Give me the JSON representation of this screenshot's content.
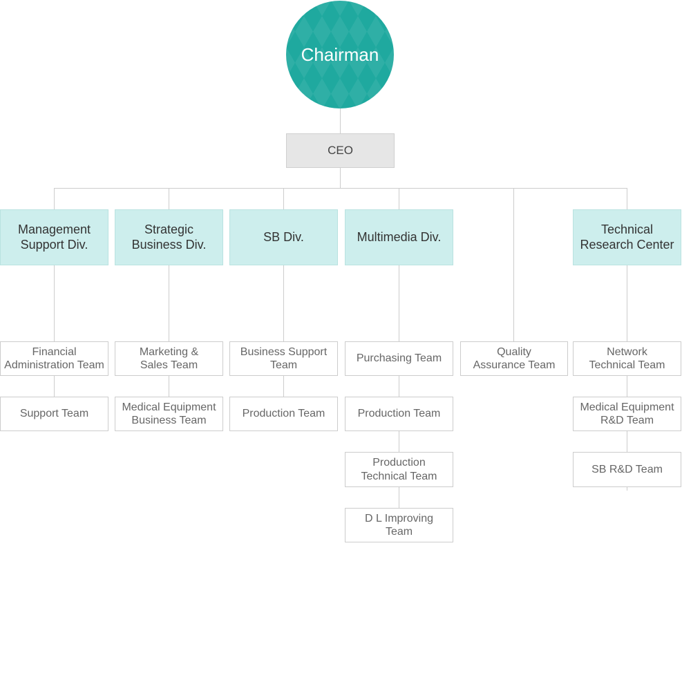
{
  "chairman": {
    "label": "Chairman"
  },
  "ceo": {
    "label": "CEO"
  },
  "divisions": [
    {
      "label": "Management\nSupport Div.",
      "teams": [
        "Financial\nAdministration Team",
        "Support Team"
      ]
    },
    {
      "label": "Strategic\nBusiness Div.",
      "teams": [
        "Marketing &\nSales Team",
        "Medical Equipment\nBusiness Team"
      ]
    },
    {
      "label": "SB Div.",
      "teams": [
        "Business Support\nTeam",
        "Production Team"
      ]
    },
    {
      "label": "Multimedia Div.",
      "teams": [
        "Purchasing Team",
        "Production Team",
        "Production\nTechnical Team",
        "D L Improving\nTeam"
      ]
    },
    {
      "label": "",
      "teams": [
        "Quality\nAssurance Team"
      ]
    },
    {
      "label": "Technical\nResearch Center",
      "teams": [
        "Network\nTechnical Team",
        "Medical Equipment\nR&D Team",
        "SB R&D Team"
      ]
    }
  ],
  "colors": {
    "chairman": "#1fa99f",
    "division_fill": "#cdeeed",
    "ceo_fill": "#e6e6e6",
    "line": "#cccccc"
  }
}
